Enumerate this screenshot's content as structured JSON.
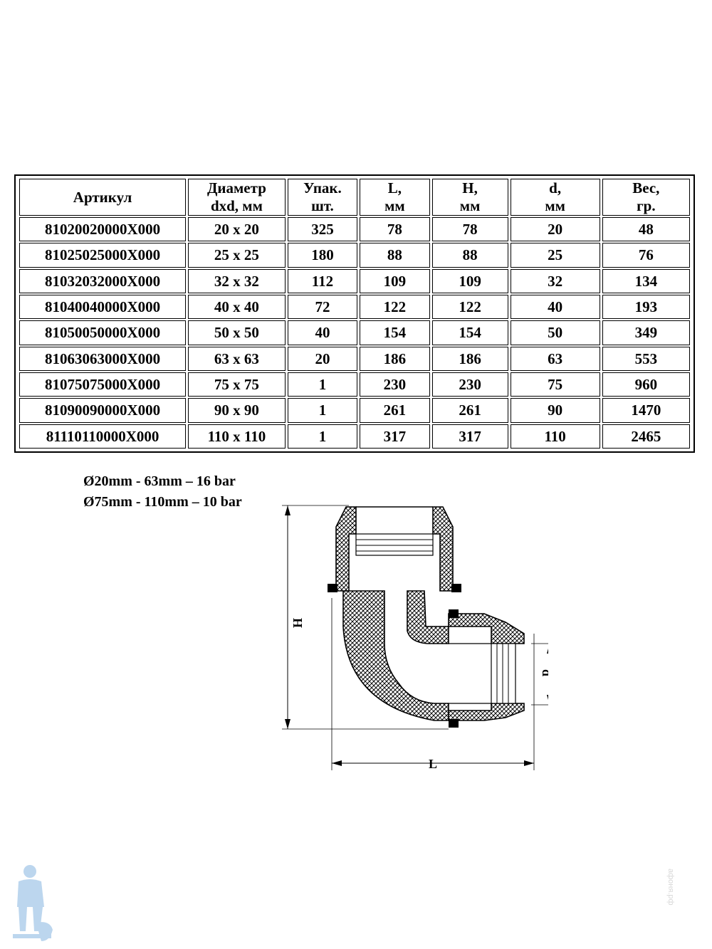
{
  "table": {
    "headers": [
      {
        "line1": "Артикул",
        "line2": ""
      },
      {
        "line1": "Диаметр",
        "line2": "dxd, мм"
      },
      {
        "line1": "Упак.",
        "line2": "шт."
      },
      {
        "line1": "L,",
        "line2": "мм"
      },
      {
        "line1": "H,",
        "line2": "мм"
      },
      {
        "line1": "d,",
        "line2": "мм"
      },
      {
        "line1": "Вес,",
        "line2": "гр."
      }
    ],
    "rows": [
      [
        "81020020000X000",
        "20 x 20",
        "325",
        "78",
        "78",
        "20",
        "48"
      ],
      [
        "81025025000X000",
        "25 x 25",
        "180",
        "88",
        "88",
        "25",
        "76"
      ],
      [
        "81032032000X000",
        "32 x 32",
        "112",
        "109",
        "109",
        "32",
        "134"
      ],
      [
        "81040040000X000",
        "40 x 40",
        "72",
        "122",
        "122",
        "40",
        "193"
      ],
      [
        "81050050000X000",
        "50 x 50",
        "40",
        "154",
        "154",
        "50",
        "349"
      ],
      [
        "81063063000X000",
        "63 x 63",
        "20",
        "186",
        "186",
        "63",
        "553"
      ],
      [
        "81075075000X000",
        "75 x 75",
        "1",
        "230",
        "230",
        "75",
        "960"
      ],
      [
        "81090090000X000",
        "90 x 90",
        "1",
        "261",
        "261",
        "90",
        "1470"
      ],
      [
        "81110110000X000",
        "110 x 110",
        "1",
        "317",
        "317",
        "110",
        "2465"
      ]
    ]
  },
  "notes": {
    "pressure_small": "Ø20mm - 63mm – 16 bar",
    "pressure_large": "Ø75mm - 110mm – 10 bar"
  },
  "drawing": {
    "label_h": "H",
    "label_l": "L",
    "label_d": "d"
  },
  "watermark": "афоня.рф",
  "colors": {
    "line": "#000000",
    "mascot": "#bcd6ee"
  }
}
